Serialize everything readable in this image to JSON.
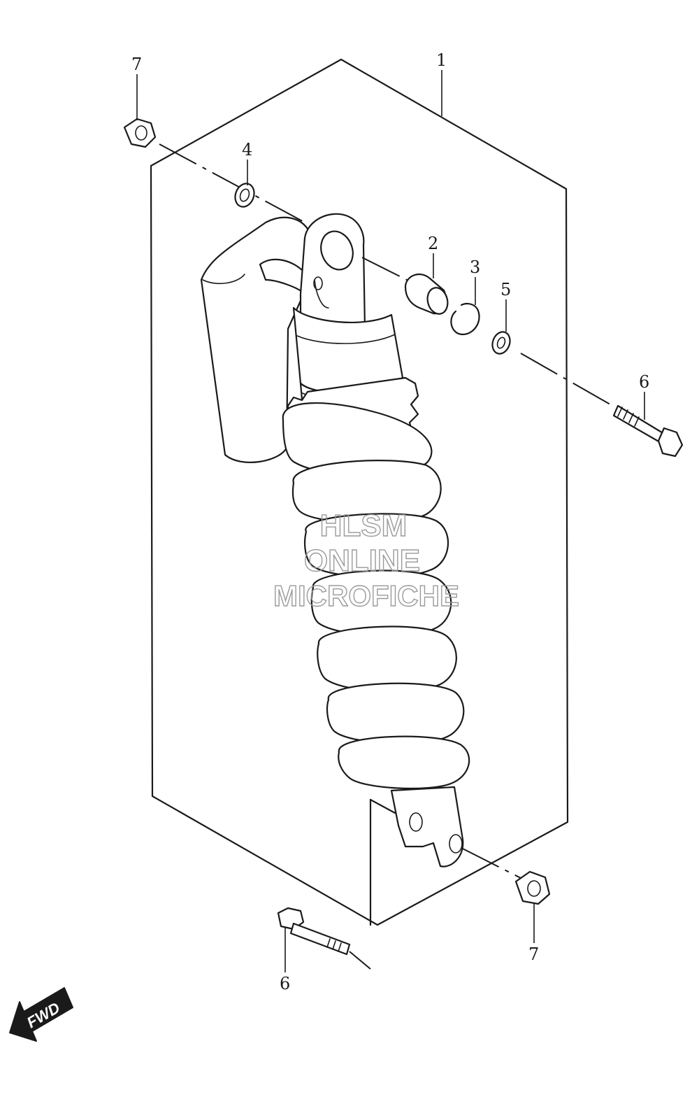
{
  "callouts": {
    "c1": "1",
    "c2": "2",
    "c3": "3",
    "c4": "4",
    "c5": "5",
    "c6_top": "6",
    "c6_bottom": "6",
    "c7_top": "7",
    "c7_bottom": "7"
  },
  "watermark": {
    "line1": "HLSM",
    "line2": "ONLINE",
    "line3": "MICROFICHE"
  },
  "direction_arrow": {
    "label": "FWD"
  }
}
